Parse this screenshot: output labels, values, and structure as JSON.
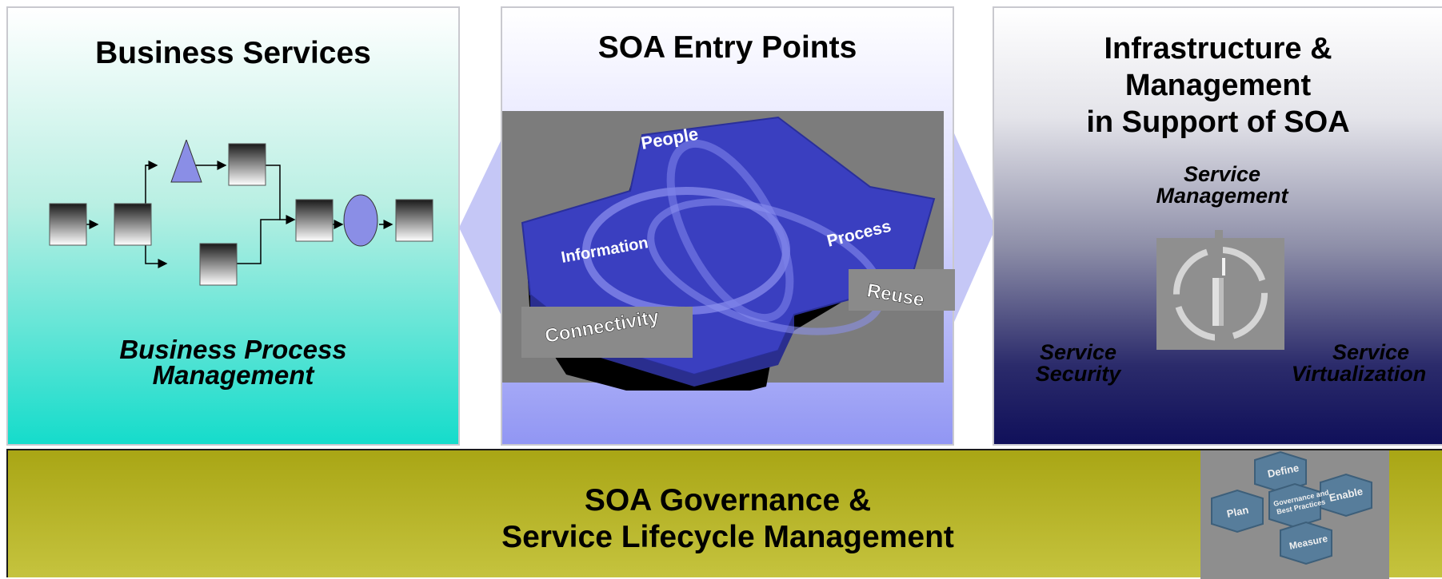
{
  "business_services": {
    "title": "Business Services",
    "subtitle_line1": "Business Process",
    "subtitle_line2": "Management"
  },
  "soa_entry_points": {
    "title": "SOA Entry Points",
    "puzzle_labels": {
      "people": "People",
      "information": "Information",
      "process": "Process",
      "reuse": "Reuse",
      "connectivity": "Connectivity"
    }
  },
  "infrastructure": {
    "title_line1": "Infrastructure &",
    "title_line2": "Management",
    "title_line3": "in Support of SOA",
    "service_management_line1": "Service",
    "service_management_line2": "Management",
    "service_security_line1": "Service",
    "service_security_line2": "Security",
    "service_virtualization_line1": "Service",
    "service_virtualization_line2": "Virtualization"
  },
  "governance": {
    "title_line1": "SOA Governance &",
    "title_line2": "Service Lifecycle Management",
    "hex_labels": {
      "define": "Define",
      "plan": "Plan",
      "center_line1": "Governance and",
      "center_line2": "Best Practices",
      "enable": "Enable",
      "measure": "Measure"
    }
  },
  "colors": {
    "business_gradient_bottom": "#15dccb",
    "soa_gradient_bottom": "#9196f3",
    "infra_gradient_bottom": "#10105a",
    "governance_band": "#b5b22a",
    "puzzle_blue": "#3a3fc0",
    "arrow_lavender": "#c5c7f6"
  }
}
